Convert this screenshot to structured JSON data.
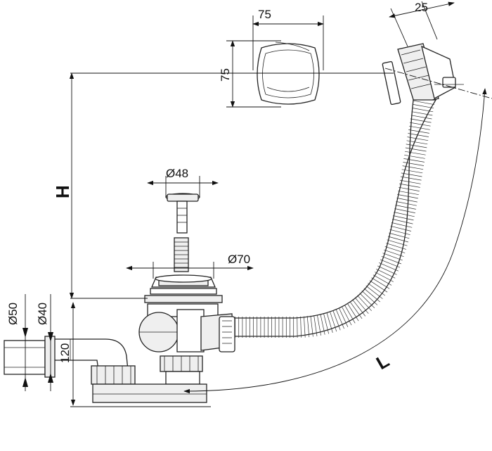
{
  "drawing": {
    "cap_width": "75",
    "cap_height": "75",
    "overflow_depth": "25",
    "plug_diameter": "Ø48",
    "waste_diameter": "Ø70",
    "outlet_outer_diameter": "Ø50",
    "outlet_inner_diameter": "Ø40",
    "outlet_height": "120",
    "height_label": "H",
    "length_label": "L"
  }
}
